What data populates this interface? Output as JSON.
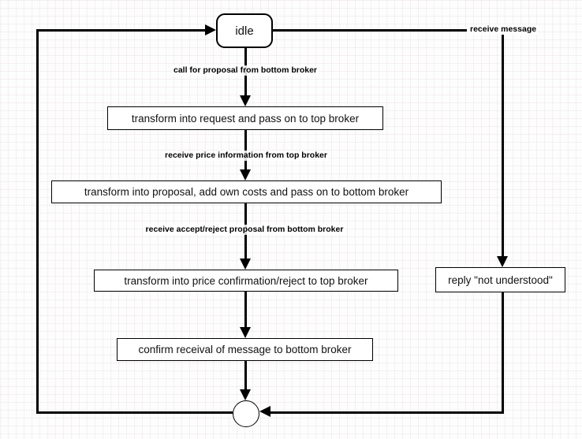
{
  "nodes": {
    "idle": {
      "label": "idle"
    },
    "transform_request": {
      "label": "transform into request and pass on to top broker"
    },
    "transform_proposal": {
      "label": "transform into proposal, add own costs and pass on to bottom broker"
    },
    "transform_confirmation": {
      "label": "transform into price confirmation/reject to top broker"
    },
    "confirm_receival": {
      "label": "confirm receival of message to bottom broker"
    },
    "reply_not_understood": {
      "label": "reply \"not understood\""
    }
  },
  "edges": {
    "call_for_proposal": {
      "label": "call for proposal from bottom broker"
    },
    "receive_price": {
      "label": "receive price information from top broker"
    },
    "receive_accept_reject": {
      "label": "receive accept/reject proposal from bottom broker"
    },
    "receive_message": {
      "label": "receive message"
    }
  },
  "colors": {
    "line": "#000000",
    "node_fill": "#ffffff",
    "node_border": "#000000",
    "background": "#fdfdfd"
  }
}
